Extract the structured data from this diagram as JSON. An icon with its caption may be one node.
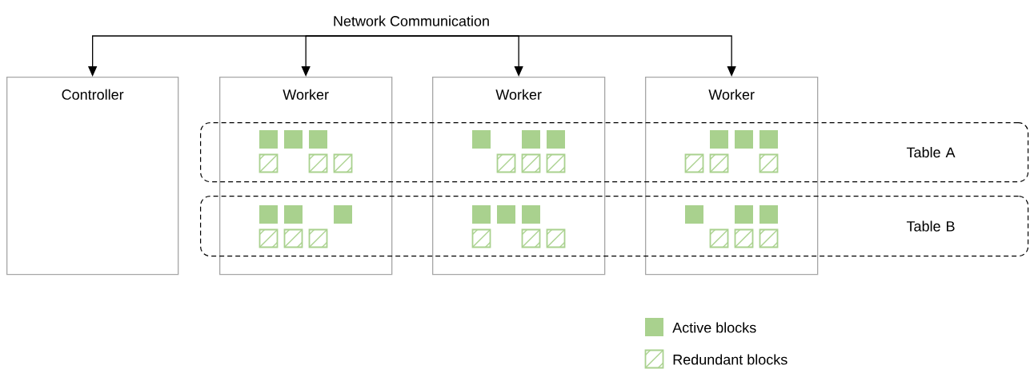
{
  "diagram": {
    "nodes": [
      {
        "text": [
          "Network Communication"
        ]
      },
      {
        "text": [
          "Controller"
        ]
      },
      {
        "text": [
          "Worker"
        ]
      },
      {
        "text": [
          "Worker"
        ]
      },
      {
        "text": [
          "Worker"
        ]
      },
      {
        "text": [
          "Table A"
        ]
      },
      {
        "text": [
          "Table B"
        ]
      }
    ],
    "edges": [
      {
        "from": 0,
        "to": 1,
        "arrow": "to"
      },
      {
        "from": 0,
        "to": 2,
        "arrow": "to"
      },
      {
        "from": 0,
        "to": 3,
        "arrow": "to"
      },
      {
        "from": 0,
        "to": 4,
        "arrow": "to"
      }
    ],
    "legend": [
      {
        "text": "Active blocks",
        "color": "#a9d18e"
      },
      {
        "text": "Redundant blocks"
      }
    ]
  }
}
